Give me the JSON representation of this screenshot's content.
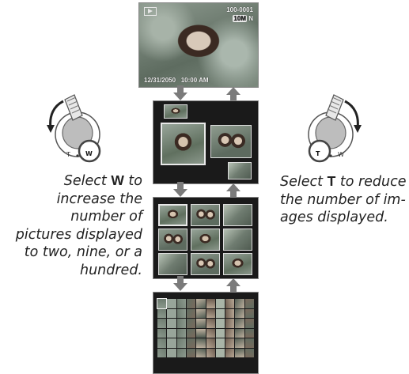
{
  "full_frame": {
    "file_number": "100-0001",
    "image_size": "10M",
    "quality": "N",
    "date": "12/31/2050",
    "time": "10:00 AM"
  },
  "captions": {
    "left": {
      "prefix": "Select ",
      "key": "W",
      "line1_tail": " to",
      "rest": [
        "increase the",
        "number of",
        "pictures displayed",
        "to two, nine, or a",
        "hundred."
      ]
    },
    "right": {
      "prefix": "Select ",
      "key": "T",
      "line1_tail": " to reduce",
      "rest": [
        "the number of im-",
        "ages displayed."
      ]
    }
  },
  "dial_labels": {
    "tele": "T",
    "wide": "W"
  },
  "colors": {
    "arrow": "#7b7b7b",
    "screen_bg": "#1a1a1a"
  },
  "icons": [
    "playback-icon",
    "zoom-lever-left-icon",
    "zoom-lever-right-icon",
    "rotate-arrow-icon"
  ]
}
